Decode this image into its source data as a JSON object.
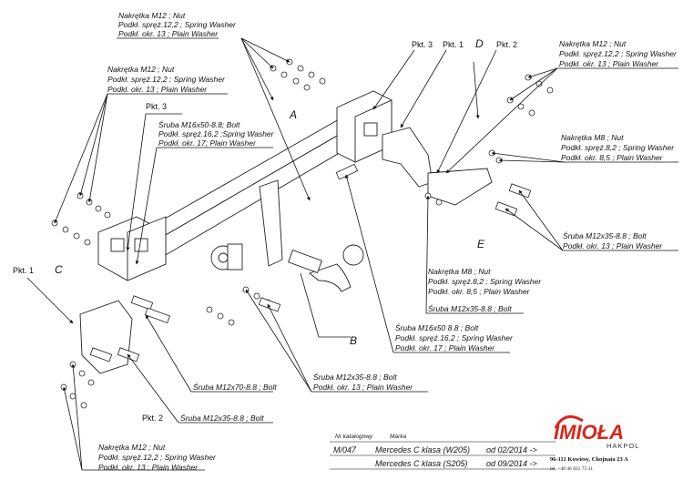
{
  "labels": {
    "top_nut": [
      "Nakrętka  M12 ; Nut",
      "Podkł. spręż.12,2 ; Spring Washer",
      "Podkł. okr. 13 ; Plain Washer"
    ],
    "left_nut": [
      "Nakrętka  M12 ; Nut",
      "Podkł. spręż.12,2 ; Spring Washer",
      "Podkł. okr. 13 ; Plain Washer"
    ],
    "right_nut": [
      "Nakrętka  M12 ; Nut",
      "Podkł. spręż.12,2 ; Spring Washer",
      "Podkł. okr. 13 ; Plain Washer"
    ],
    "right_m8": [
      "Nakrętka  M8 ; Nut",
      "Podkł. spręż.8,2 ; Spring Washer",
      "Podkł. okr. 8,5 ; Plain Washer"
    ],
    "bolt_m16x50_left": [
      "Śruba M16x50-8.8; Bolt",
      "Podkł. spręż.16,2 ;Spring Washer",
      "Podkł. okr. 17; Plain Washer"
    ],
    "right_bolt": [
      "Śruba M12x35-8.8 ;  Bolt",
      "Podkł. okr. 13 ; Plain Washer"
    ],
    "mid_m8": [
      "Nakrętka  M8 ; Nut",
      "Podkł. spręż.8,2 ; Spring Washer",
      "Podkł. okr. 8,5 ; Plain Washer"
    ],
    "mid_bolt": "Śruba M12x35-8.8 ;  Bolt",
    "bolt_m16x50_mid": [
      "Śruba M16x50 8.8 ;  Bolt",
      "Podkł. spręż.16,2 ; Spring Washer",
      "Podkł. okr. 17 ; Plain Washer"
    ],
    "low_bolt": [
      "Śruba M12x35-8.8 ;  Bolt",
      "Podkł. okr. 13 ; Plain Washer"
    ],
    "bolt_m12x70": "Śruba M12x70-8.8 ;  Bolt",
    "bolt_m12x35_low": "Śruba M12x35-8.8 ;  Bolt",
    "bottom_nut": [
      "Nakrętka  M12 ; Nut",
      "Podkł. spręż.12,2 ; Spring Washer",
      "Podkł. okr. 13 ; Plain Washer"
    ]
  },
  "points": {
    "pkt3_top": "Pkt. 3",
    "pkt1_top": "Pkt. 1",
    "pkt2_top": "Pkt. 2",
    "pkt3_left": "Pkt. 3",
    "pkt1_left": "Pkt. 1",
    "pkt2_bottom": "Pkt. 2"
  },
  "letters": {
    "A": "A",
    "B": "B",
    "C": "C",
    "D": "D",
    "E": "E"
  },
  "footer": {
    "catalog_label": "Nr katalogowy",
    "brand_label": "Marka",
    "catalog_no": "M/047",
    "rows": [
      {
        "model": "Mercedes C klasa (W205)",
        "from": "od 02/2014  ->"
      },
      {
        "model": "Mercedes C klasa (S205)",
        "from": "od 09/2014  ->"
      }
    ],
    "company": {
      "logo": "IMIOŁA",
      "sub": "HAKPOL",
      "address": "96-111 Kowiesy, Chojnata 23 A",
      "phone": "tel. +48 46 831 73 31"
    }
  },
  "colors": {
    "logo": "#d9261c",
    "ink": "#111111"
  }
}
